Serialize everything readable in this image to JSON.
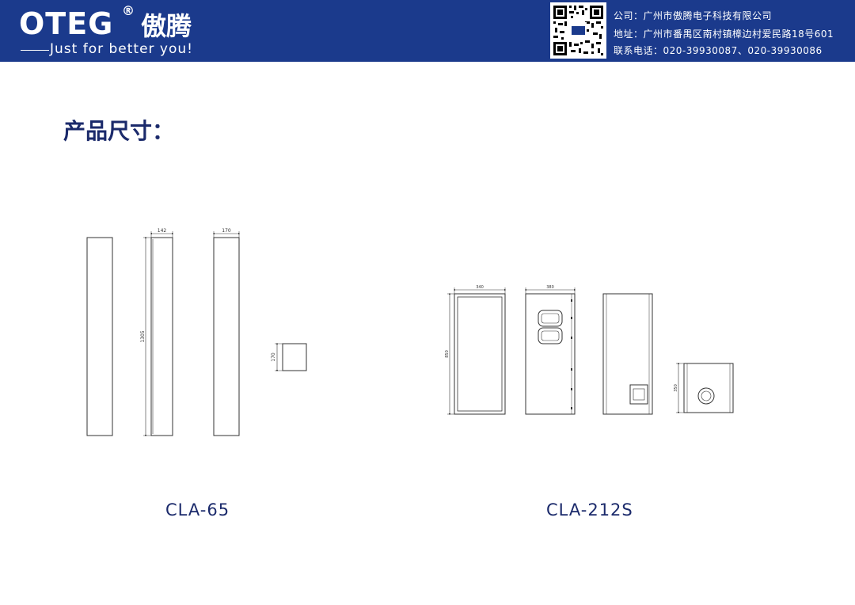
{
  "header": {
    "logo_word": "OTEG",
    "reg_mark": "®",
    "logo_cn": "傲腾",
    "tagline": "Just for better you!",
    "company": "公司：广州市傲腾电子科技有限公司",
    "address": "地址：广州市番禺区南村镇樟边村爱民路18号601",
    "phone": "联系电话：020-39930087、020-39930086",
    "qr_icon": "qr-code-icon",
    "brand_color": "#1b3a8c"
  },
  "section_title": "产品尺寸：",
  "products": [
    {
      "model": "CLA-65",
      "dimensions": {
        "width": "142",
        "depth": "170",
        "height": "1305",
        "side": "170"
      }
    },
    {
      "model": "CLA-212S",
      "dimensions": {
        "width": "340",
        "depth": "380",
        "height": "850",
        "side": "350"
      }
    }
  ]
}
